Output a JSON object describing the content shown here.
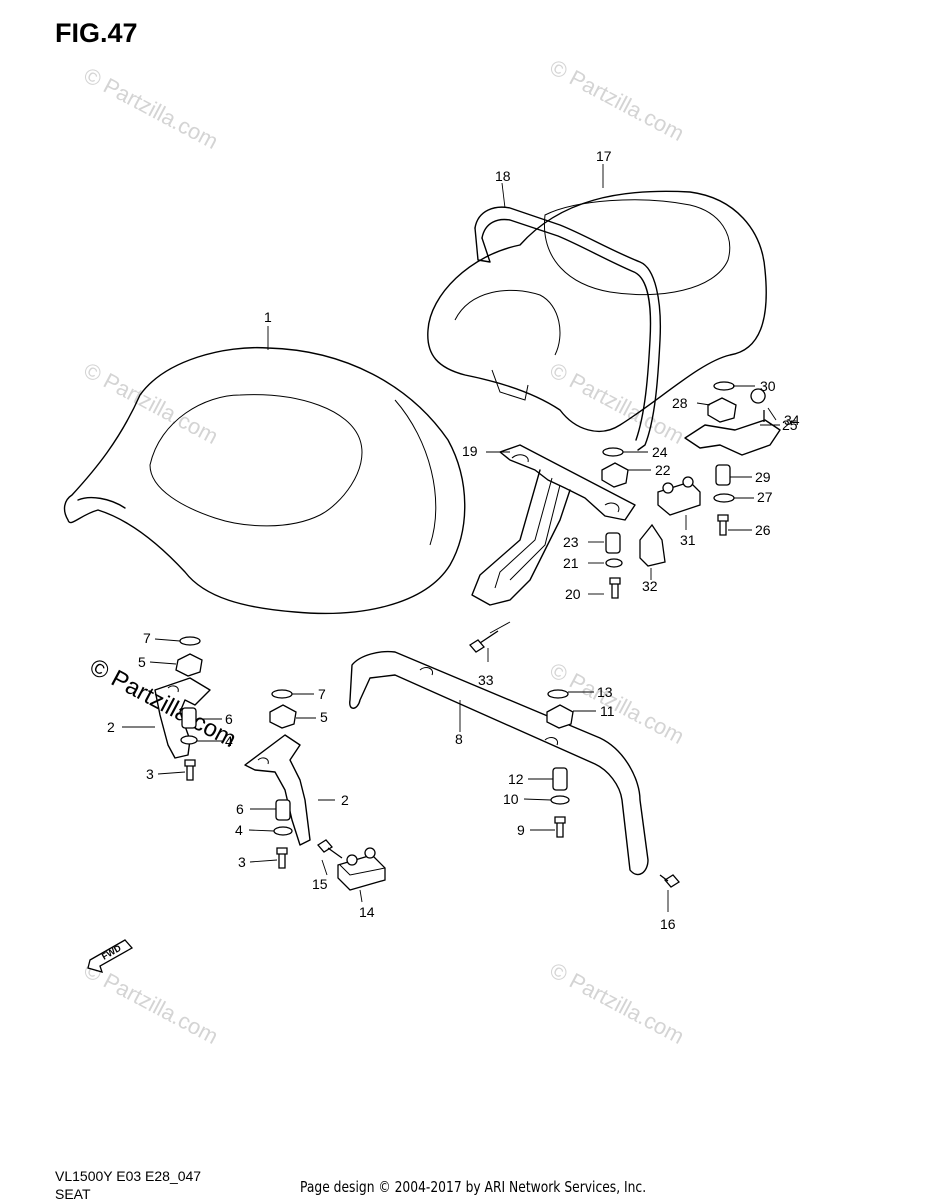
{
  "figure_title": "FIG.47",
  "model_code": "VL1500Y E03 E28_047",
  "section_name": "SEAT",
  "page_credit": "Page design © 2004-2017 by ARI Network Services, Inc.",
  "fwd_label": "FWD",
  "watermark": "© Partzilla.com",
  "callouts": {
    "c1": "1",
    "c2a": "2",
    "c2b": "2",
    "c3a": "3",
    "c3b": "3",
    "c4a": "4",
    "c4b": "4",
    "c5a": "5",
    "c5b": "5",
    "c6a": "6",
    "c6b": "6",
    "c7a": "7",
    "c7b": "7",
    "c8": "8",
    "c9": "9",
    "c10": "10",
    "c11": "11",
    "c12": "12",
    "c13": "13",
    "c14": "14",
    "c15": "15",
    "c16": "16",
    "c17": "17",
    "c18": "18",
    "c19": "19",
    "c20": "20",
    "c21": "21",
    "c22": "22",
    "c23": "23",
    "c24": "24",
    "c25": "25",
    "c26": "26",
    "c27": "27",
    "c28": "28",
    "c29": "29",
    "c30": "30",
    "c31": "31",
    "c32": "32",
    "c33": "33",
    "c34": "34"
  }
}
